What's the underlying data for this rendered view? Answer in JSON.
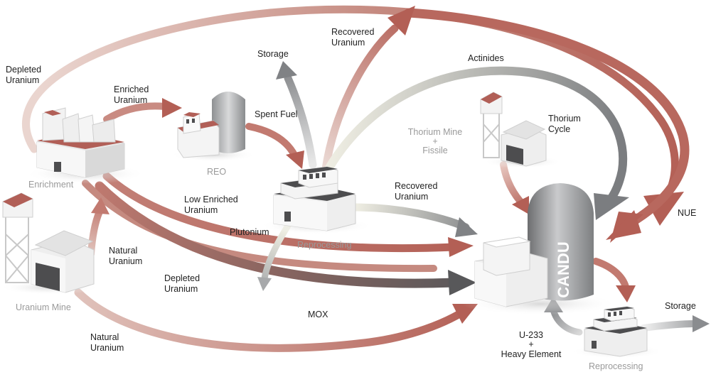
{
  "labels": {
    "depleted_uranium_top": [
      "Depleted",
      "Uranium"
    ],
    "enriched_uranium": [
      "Enriched",
      "Uranium"
    ],
    "recovered_uranium_top": [
      "Recovered",
      "Uranium"
    ],
    "storage_top": "Storage",
    "actinides": "Actinides",
    "spent_fuel": "Spent Fuel",
    "thorium_cycle": [
      "Thorium",
      "Cycle"
    ],
    "thorium_mine": [
      "Thorium Mine",
      "+",
      "Fissile"
    ],
    "enrichment": "Enrichment",
    "reo": "REO",
    "low_enriched_uranium": [
      "Low Enriched",
      "Uranium"
    ],
    "recovered_uranium_mid": [
      "Recovered",
      "Uranium"
    ],
    "nue": "NUE",
    "plutonium": "Plutonium",
    "reprocessing_mid": "Reprocessing",
    "natural_uranium_mid": [
      "Natural",
      "Uranium"
    ],
    "depleted_uranium_mid": [
      "Depleted",
      "Uranium"
    ],
    "uranium_mine": "Uranium Mine",
    "mox": "MOX",
    "storage_bottom": "Storage",
    "natural_uranium_bottom": [
      "Natural",
      "Uranium"
    ],
    "u233": [
      "U-233",
      "+",
      "Heavy Element"
    ],
    "reprocessing_bottom": "Reprocessing",
    "candu": "CANDU"
  },
  "colors": {
    "red_arrow": "#b5685e",
    "pink_arrow": "#e9d2cc",
    "gray_arrow": "#808285",
    "light_gray_arrow": "#d4d5d6",
    "building_white": "#f1f1f1",
    "roof_red": "#b15f57",
    "dark_roof": "#4d4d4f"
  }
}
